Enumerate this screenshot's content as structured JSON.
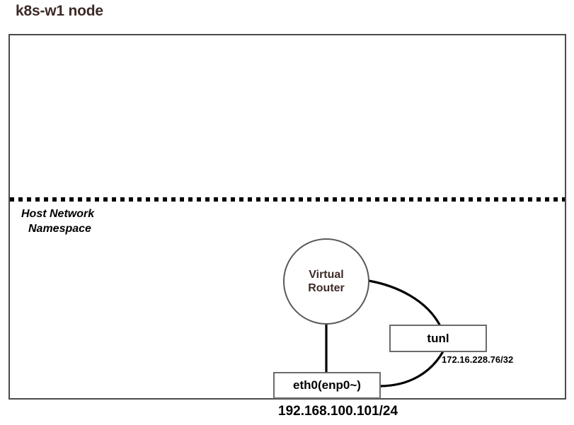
{
  "diagram": {
    "title": "k8s-w1 node",
    "namespace_label": {
      "line1": "Host Network",
      "line2": "Namespace"
    },
    "nodes": {
      "virtual_router": {
        "line1": "Virtual",
        "line2": "Router"
      },
      "tunl": {
        "label": "tunl",
        "ip": "172.16.228.76/32"
      },
      "eth0": {
        "label": "eth0(enp0~)",
        "ip": "192.168.100.101/24"
      }
    },
    "colors": {
      "title_text": "#3d2b27",
      "router_text": "#3d2b27",
      "box_border": "#6b6b6b",
      "outer_border": "#4a4a4a",
      "circle_border": "#595959",
      "link_line": "#000000",
      "divider": "#000000",
      "background": "#ffffff"
    }
  }
}
